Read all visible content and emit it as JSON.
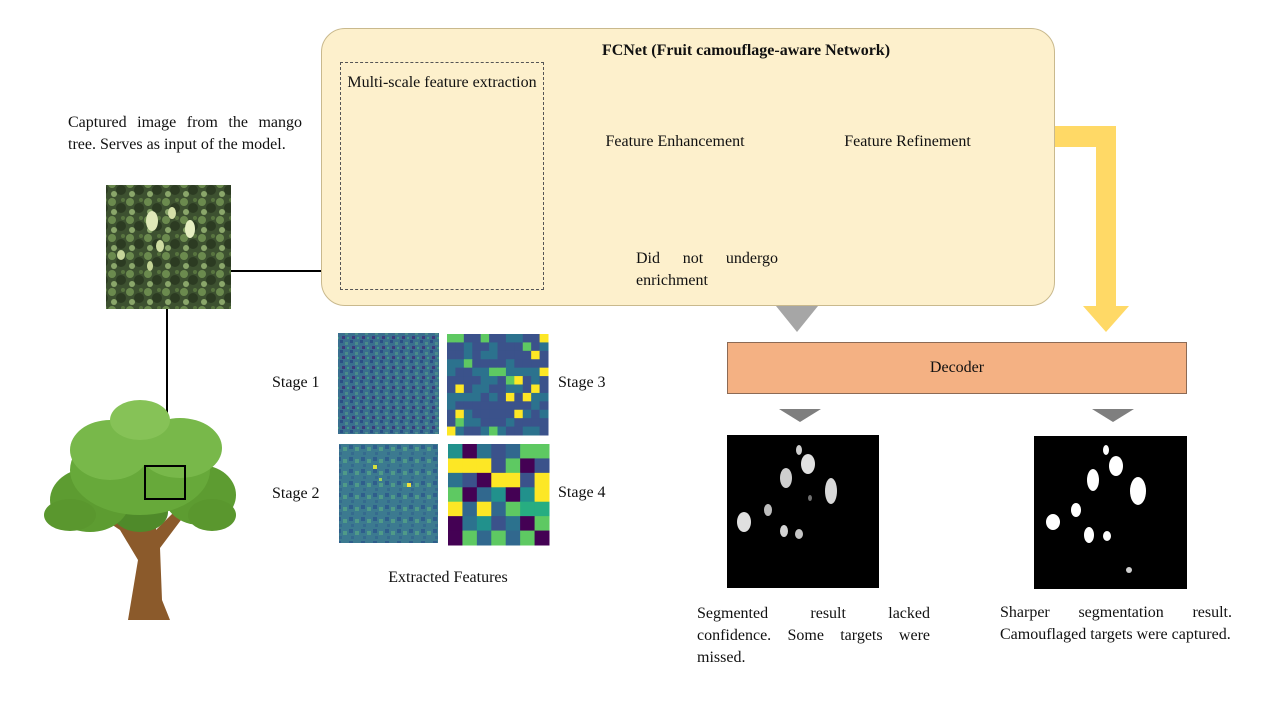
{
  "input_caption": "Captured image from the mango tree. Serves as input of the model.",
  "fcnet_title": "FCNet (Fruit camouflage-aware Network)",
  "msfe_label": "Multi-scale feature extraction",
  "feature_enhancement": "Feature Enhancement",
  "feature_refinement": "Feature Refinement",
  "bypass_label": "Did not undergo enrichment",
  "stages": {
    "s1": "Stage 1",
    "s2": "Stage 2",
    "s3": "Stage 3",
    "s4": "Stage 4"
  },
  "extracted_features": "Extracted Features",
  "decoder": "Decoder",
  "result_left_caption": "Segmented result lacked confidence. Some targets were missed.",
  "result_right_caption": "Sharper segmentation result. Camouflaged targets were captured.",
  "colors": {
    "panel_bg": "#fdf0cc",
    "enhancement_box": "#c5e0b4",
    "refinement_box": "#adb9ca",
    "decoder_box": "#f4b183",
    "flow_arrow": "#ffd966",
    "bypass_arrow": "#a6a6a6"
  }
}
